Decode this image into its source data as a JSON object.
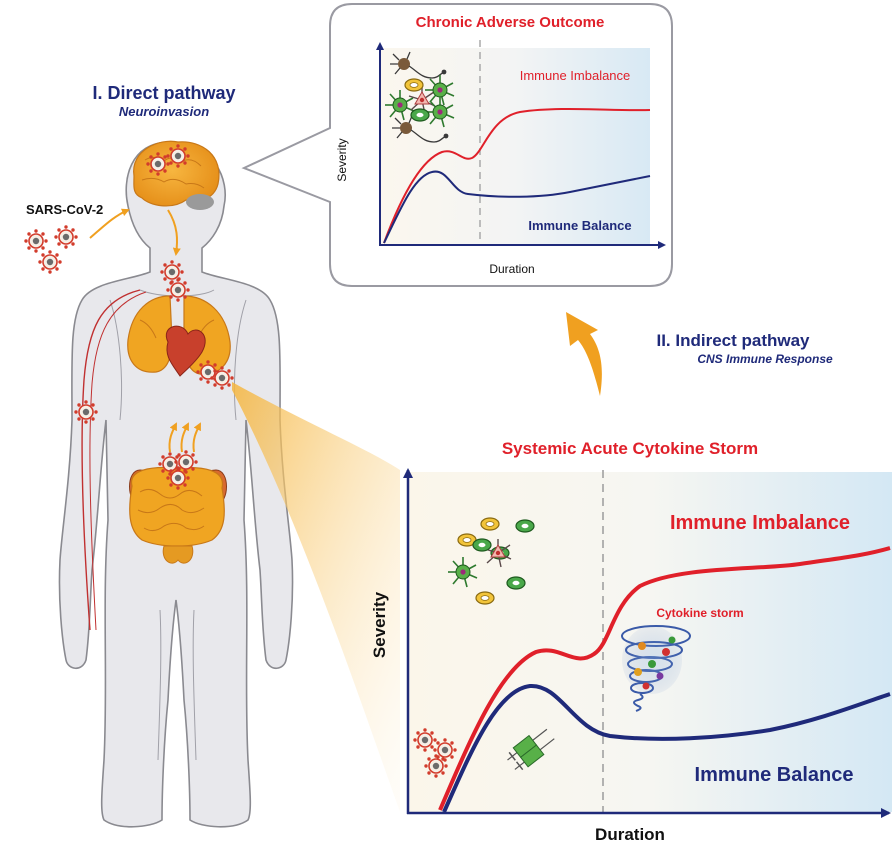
{
  "colors": {
    "navy": "#1f2a7a",
    "red": "#e0202a",
    "orange": "#f0a020",
    "organ": "#f0a522",
    "organ_dark": "#c87818",
    "heart": "#c8402c",
    "body_fill": "#e8e8ec",
    "body_stroke": "#8a8a90",
    "virus": "#d23c2c"
  },
  "direct_pathway": {
    "title": "I. Direct pathway",
    "subtitle": "Neuroinvasion"
  },
  "indirect_pathway": {
    "title": "II. Indirect pathway",
    "subtitle": "CNS Immune Response"
  },
  "virus_label": "SARS-CoV-2",
  "chronic_panel": {
    "title": "Chronic Adverse Outcome",
    "ylabel": "Severity",
    "xlabel": "Duration",
    "imbalance_label": "Immune Imbalance",
    "balance_label": "Immune Balance"
  },
  "acute_panel": {
    "title": "Systemic Acute Cytokine Storm",
    "ylabel": "Severity",
    "xlabel": "Duration",
    "imbalance_label": "Immune Imbalance",
    "balance_label": "Immune Balance",
    "storm_label": "Cytokine storm"
  },
  "icons": [
    "virus-icon",
    "neuron-icon",
    "microglia-icon",
    "immune-cell-icon",
    "tornado-icon",
    "syringe-icon",
    "brain-icon",
    "lungs-icon",
    "heart-icon",
    "kidney-icon",
    "intestine-icon"
  ]
}
